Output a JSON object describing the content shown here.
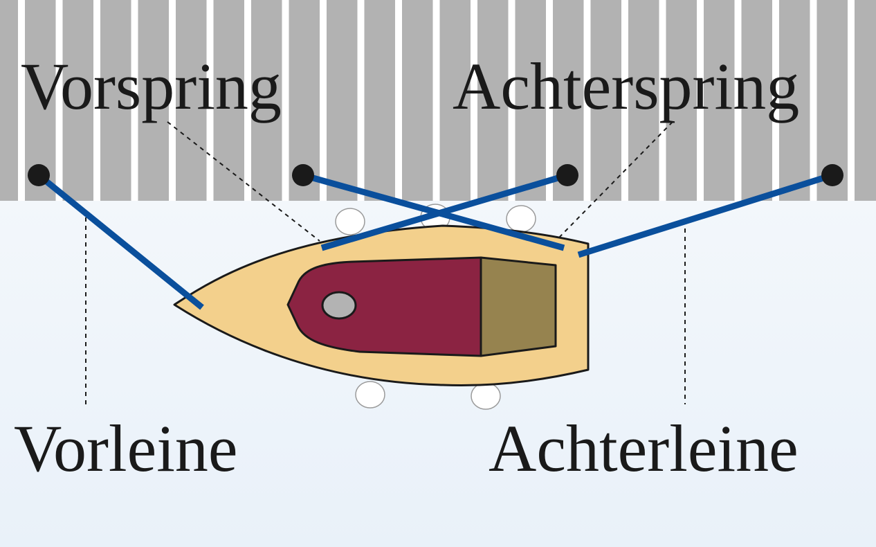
{
  "labels": {
    "bow_spring": "Vorspring",
    "stern_spring": "Achterspring",
    "bow_line": "Vorleine",
    "stern_line": "Achterleine"
  },
  "colors": {
    "pier": "#b2b2b2",
    "pier_gap": "#ffffff",
    "water_top": "#f3f7fb",
    "water_bottom": "#e9f1f9",
    "hull": "#f3d08c",
    "cabin": "#8b2342",
    "cockpit": "#96834f",
    "hatch": "#b3b3b3",
    "line": "#0a4f9c",
    "bollard": "#1a1a1a",
    "fender": "#ffffff"
  },
  "icons": {
    "bollard": "bollard-icon",
    "fender": "fender-icon"
  }
}
